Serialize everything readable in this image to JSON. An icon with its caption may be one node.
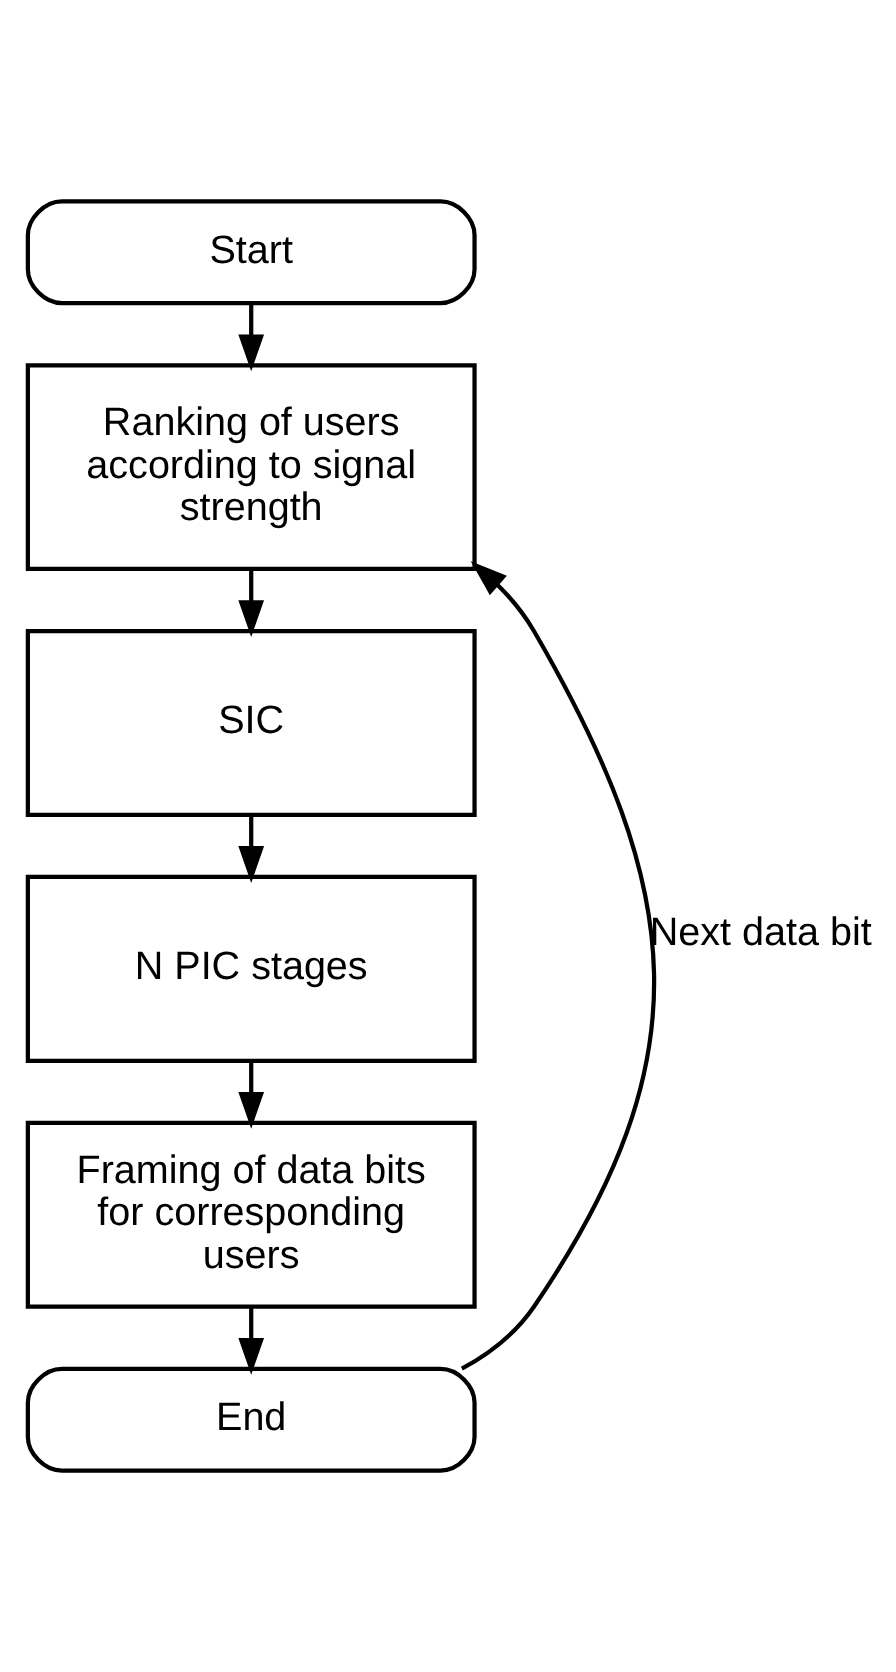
{
  "diagram": {
    "nodes": [
      {
        "text": [
          "Start"
        ]
      },
      {
        "text": [
          "Ranking of users according to signal strength"
        ]
      },
      {
        "text": [
          "SIC"
        ]
      },
      {
        "text": [
          "N PIC stages"
        ]
      },
      {
        "text": [
          "Framing of data bits for corresponding users"
        ]
      },
      {
        "text": [
          "End"
        ]
      }
    ],
    "edges": [
      {
        "from": 0,
        "to": 1,
        "arrow": "to"
      },
      {
        "from": 1,
        "to": 2,
        "arrow": "to"
      },
      {
        "from": 2,
        "to": 3,
        "arrow": "to"
      },
      {
        "from": 3,
        "to": 4,
        "arrow": "to"
      },
      {
        "from": 4,
        "to": 5,
        "arrow": "to"
      },
      {
        "from": 5,
        "to": 1,
        "arrow": "to",
        "label": "Next data bit"
      }
    ]
  }
}
